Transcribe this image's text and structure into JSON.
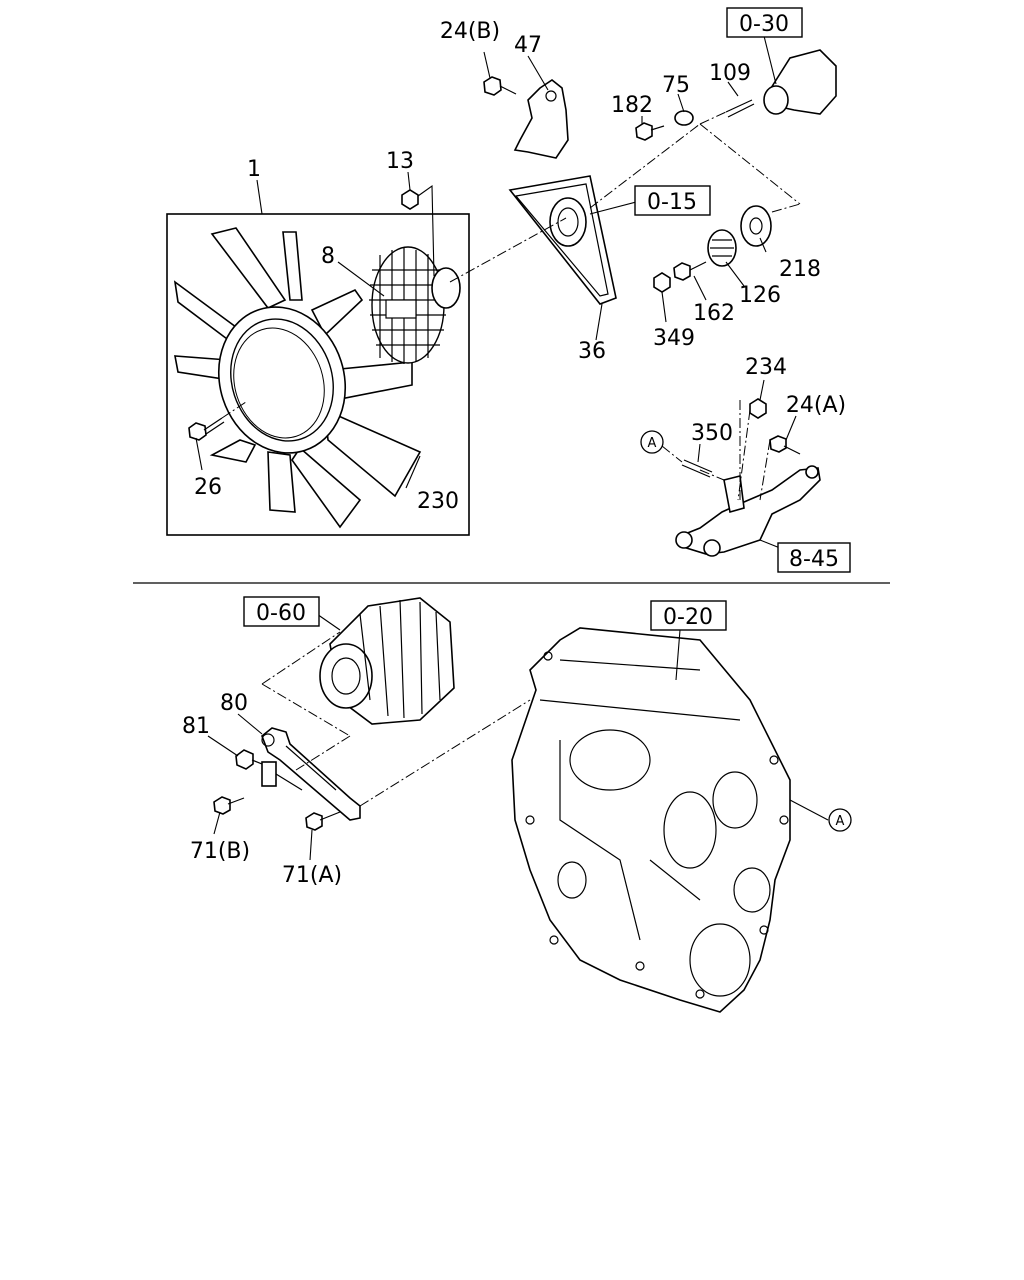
{
  "part_labels": {
    "p1": "1",
    "p8": "8",
    "p13": "13",
    "p24b": "24(B)",
    "p47": "47",
    "p182": "182",
    "p75": "75",
    "p109": "109",
    "p36": "36",
    "p218": "218",
    "p126": "126",
    "p162": "162",
    "p349": "349",
    "p26": "26",
    "p230": "230",
    "p234": "234",
    "p24a": "24(A)",
    "p350": "350",
    "p80": "80",
    "p81": "81",
    "p71b": "71(B)",
    "p71a": "71(A)"
  },
  "ref_boxes": {
    "r030": "0-30",
    "r015": "0-15",
    "r845": "8-45",
    "r060": "0-60",
    "r020": "0-20"
  },
  "markers": {
    "a_left": "A",
    "a_right": "A"
  }
}
